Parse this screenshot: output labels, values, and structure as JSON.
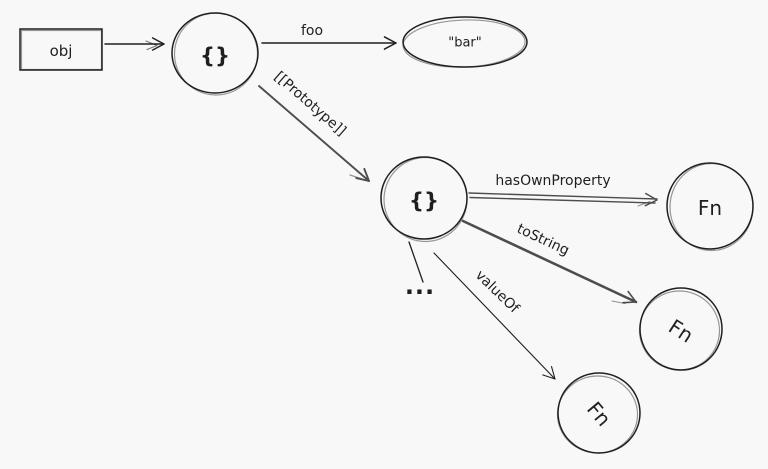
{
  "canvas": {
    "background": "#f8f8f9"
  },
  "colors": {
    "stroke": "#1f1f1f",
    "arrow_gray": "#4d4d4d"
  },
  "nodes": {
    "obj": {
      "label": "obj",
      "shape": "rectangle"
    },
    "root_object": {
      "label": "{}",
      "shape": "circle"
    },
    "bar_value": {
      "label": "\"bar\"",
      "shape": "ellipse"
    },
    "prototype_object": {
      "label": "{}",
      "shape": "circle"
    },
    "fn_has_own_property": {
      "label": "Fn",
      "shape": "circle"
    },
    "fn_to_string": {
      "label": "Fn",
      "shape": "circle"
    },
    "fn_value_of": {
      "label": "Fn",
      "shape": "circle"
    }
  },
  "edges": {
    "obj_to_root": {
      "label": ""
    },
    "foo": {
      "label": "foo"
    },
    "prototype": {
      "label": "[[Prototype]]"
    },
    "has_own_property": {
      "label": "hasOwnProperty"
    },
    "to_string": {
      "label": "toString"
    },
    "value_of": {
      "label": "valueOf"
    }
  },
  "ellipsis": "..."
}
